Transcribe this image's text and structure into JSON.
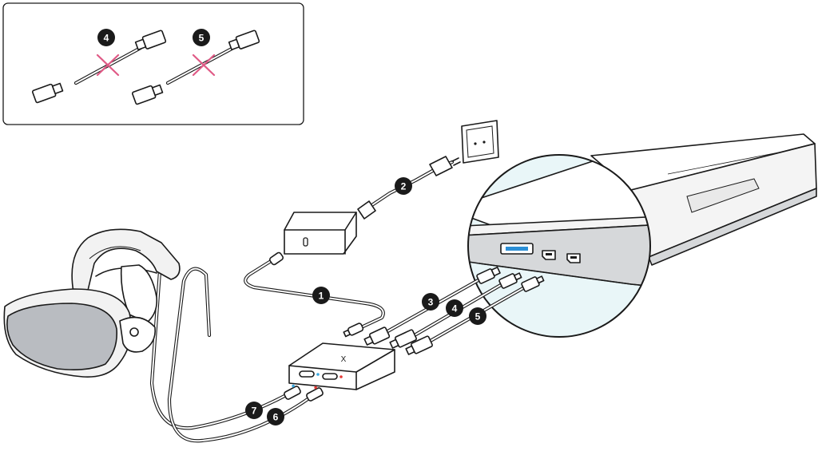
{
  "callouts": {
    "inset_4": "4",
    "inset_5": "5",
    "cable_1": "1",
    "cable_2": "2",
    "cable_3": "3",
    "cable_4": "4",
    "cable_5": "5",
    "cable_6": "6",
    "cable_7": "7"
  },
  "hub": {
    "logo": "X"
  },
  "colors": {
    "ink": "#1a1a1a",
    "cross_mark": "#e05a86",
    "usb_blue": "#2b8fd6",
    "port_blue_led": "#39a8e0",
    "port_red_led": "#e53935",
    "laptop_side": "#d6d8da",
    "magnifier_bg": "#e9f6f8",
    "headset_body": "#f2f2f2",
    "headset_visor": "#b9bcc1"
  }
}
